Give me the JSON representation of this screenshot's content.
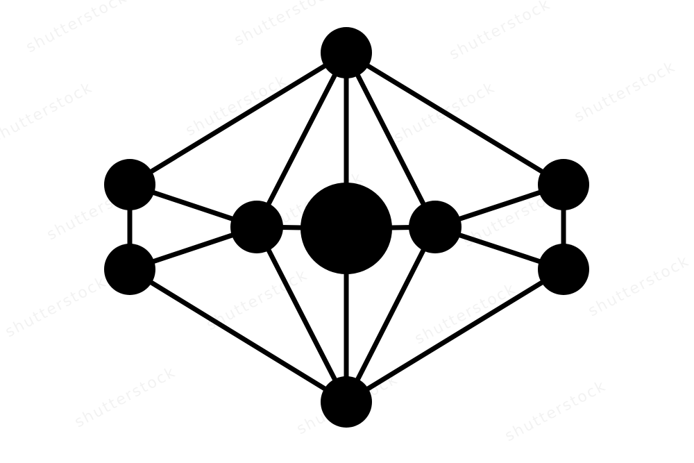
{
  "diagram": {
    "style": {
      "node_color": "#000000",
      "edge_color": "#000000",
      "background": "#ffffff"
    },
    "nodes": [
      {
        "id": "top",
        "role": "hub"
      },
      {
        "id": "bottom",
        "role": "hub"
      },
      {
        "id": "left-upper",
        "role": "outer"
      },
      {
        "id": "left-lower",
        "role": "outer"
      },
      {
        "id": "right-upper",
        "role": "outer"
      },
      {
        "id": "right-lower",
        "role": "outer"
      },
      {
        "id": "inner-left",
        "role": "inner"
      },
      {
        "id": "inner-right",
        "role": "inner"
      },
      {
        "id": "center",
        "role": "core"
      }
    ],
    "edges": [
      [
        "top",
        "left-upper"
      ],
      [
        "top",
        "right-upper"
      ],
      [
        "top",
        "inner-left"
      ],
      [
        "top",
        "inner-right"
      ],
      [
        "top",
        "center"
      ],
      [
        "bottom",
        "left-lower"
      ],
      [
        "bottom",
        "right-lower"
      ],
      [
        "bottom",
        "inner-left"
      ],
      [
        "bottom",
        "inner-right"
      ],
      [
        "bottom",
        "center"
      ],
      [
        "left-upper",
        "left-lower"
      ],
      [
        "right-upper",
        "right-lower"
      ],
      [
        "left-upper",
        "inner-left"
      ],
      [
        "left-lower",
        "inner-left"
      ],
      [
        "right-upper",
        "inner-right"
      ],
      [
        "right-lower",
        "inner-right"
      ],
      [
        "inner-left",
        "center"
      ],
      [
        "inner-right",
        "center"
      ]
    ]
  },
  "watermark": {
    "text": "shutterstock",
    "image_id": "1595179499"
  }
}
